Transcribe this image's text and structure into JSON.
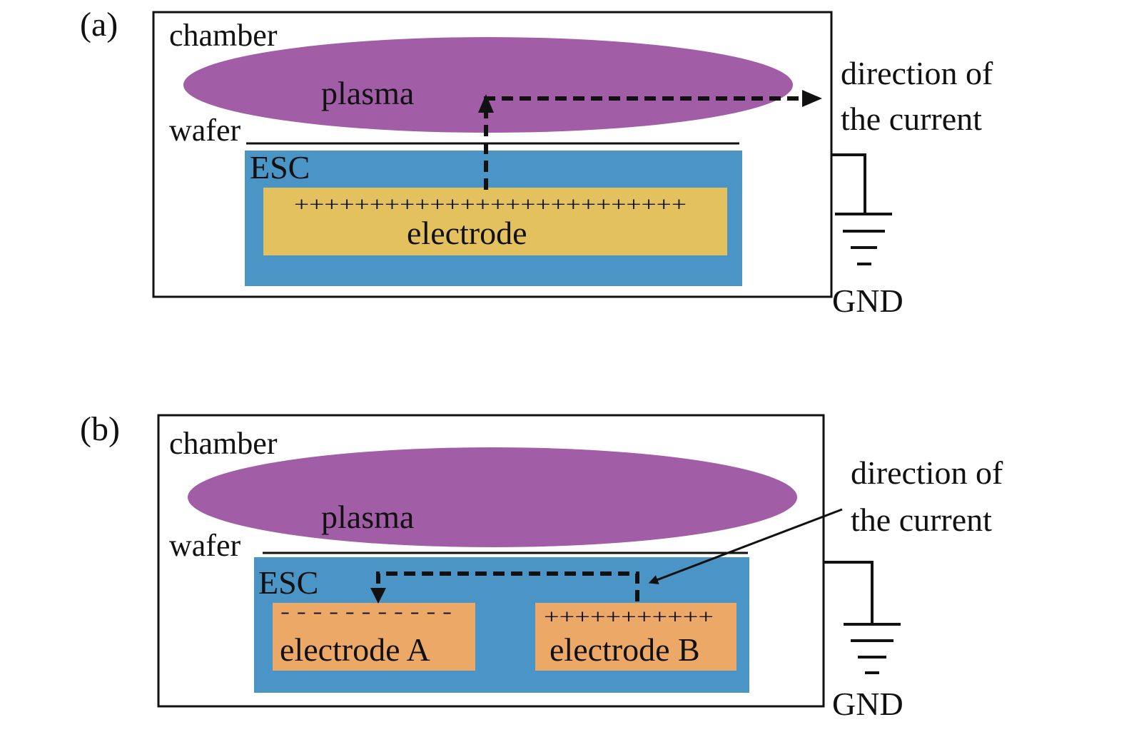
{
  "panel_a": {
    "tag": "(a)",
    "chamber": "chamber",
    "plasma": "plasma",
    "wafer": "wafer",
    "esc": "ESC",
    "electrode": "electrode",
    "charges": "++++++++++++++++++++++++++",
    "direction_line1": "direction of",
    "direction_line2": "the current",
    "gnd": "GND"
  },
  "panel_b": {
    "tag": "(b)",
    "chamber": "chamber",
    "plasma": "plasma",
    "wafer": "wafer",
    "esc": "ESC",
    "electrode_a": "electrode A",
    "electrode_b": "electrode B",
    "charges_a": "- - - - - - - - - - -",
    "charges_b": "+++++++++++",
    "direction_line1": "direction of",
    "direction_line2": "the current",
    "gnd": "GND"
  },
  "colors": {
    "plasma": "#a15ea7",
    "esc": "#4a94c6",
    "electrode": "#e3c15e",
    "electrode_ab": "#eca866",
    "line": "#111111"
  }
}
